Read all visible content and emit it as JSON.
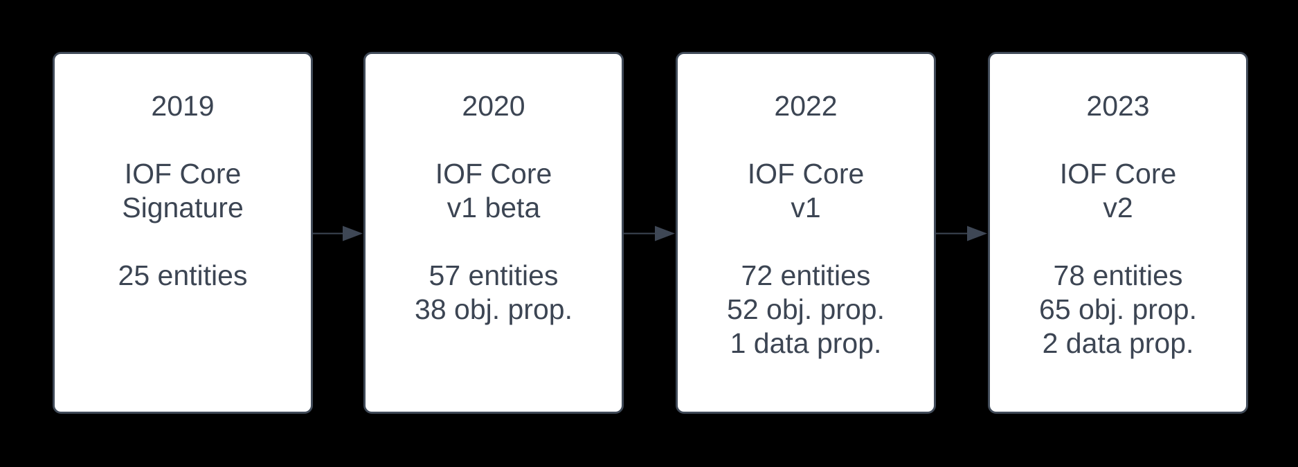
{
  "colors": {
    "background": "#000000",
    "box_fill": "#ffffff",
    "box_border": "#414b59",
    "text": "#3c4553",
    "arrow": "#3e4755"
  },
  "boxes": [
    {
      "year": "2019",
      "name_line1": "IOF Core",
      "name_line2": "Signature",
      "stats": [
        "25 entities"
      ]
    },
    {
      "year": "2020",
      "name_line1": "IOF Core",
      "name_line2": "v1 beta",
      "stats": [
        "57 entities",
        "38 obj. prop."
      ]
    },
    {
      "year": "2022",
      "name_line1": "IOF Core",
      "name_line2": "v1",
      "stats": [
        "72 entities",
        "52 obj. prop.",
        "1 data prop."
      ]
    },
    {
      "year": "2023",
      "name_line1": "IOF Core",
      "name_line2": "v2",
      "stats": [
        "78 entities",
        "65 obj. prop.",
        "2 data prop."
      ]
    }
  ],
  "arrows": [
    {
      "from": "2019",
      "to": "2020"
    },
    {
      "from": "2020",
      "to": "2022"
    },
    {
      "from": "2022",
      "to": "2023"
    }
  ]
}
